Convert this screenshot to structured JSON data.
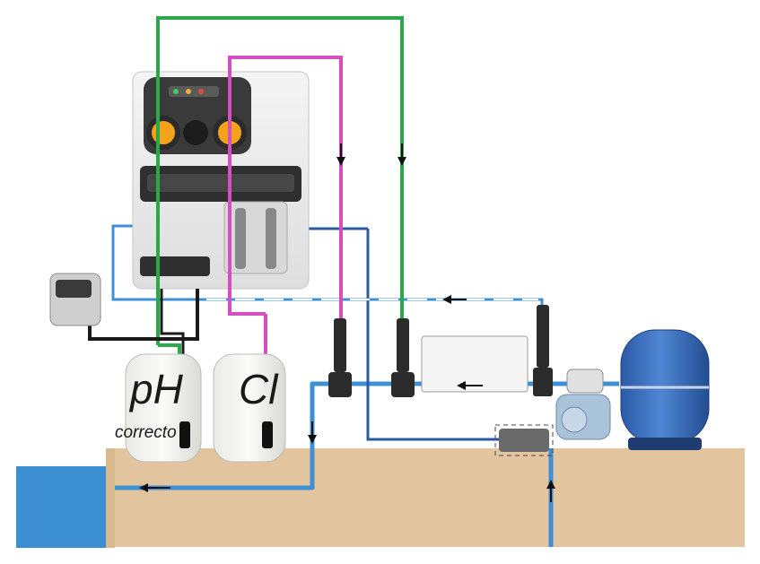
{
  "tanks": {
    "ph": {
      "label": "pH",
      "sublabel": "correcto"
    },
    "cl": {
      "label": "Cl"
    }
  },
  "colors": {
    "water_pipe": "#3f8fd6",
    "ph_line": "#2aa84a",
    "cl_line": "#d64fc0",
    "cable": "#1a1a1a",
    "ground": "#e2c49e",
    "pool": "#3d8fd3",
    "filter": "#3569b8",
    "pump_orange": "#f3a21a"
  }
}
